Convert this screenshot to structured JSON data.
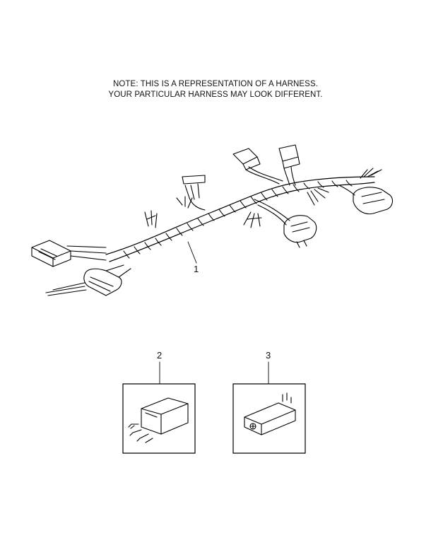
{
  "note": {
    "line1": "NOTE: THIS IS A REPRESENTATION OF A HARNESS.",
    "line2": "YOUR PARTICULAR HARNESS MAY LOOK DIFFERENT."
  },
  "callouts": {
    "harness": "1",
    "relay_4pin": "2",
    "relay_mini": "3"
  },
  "footer": {
    "left": "",
    "right": ""
  }
}
